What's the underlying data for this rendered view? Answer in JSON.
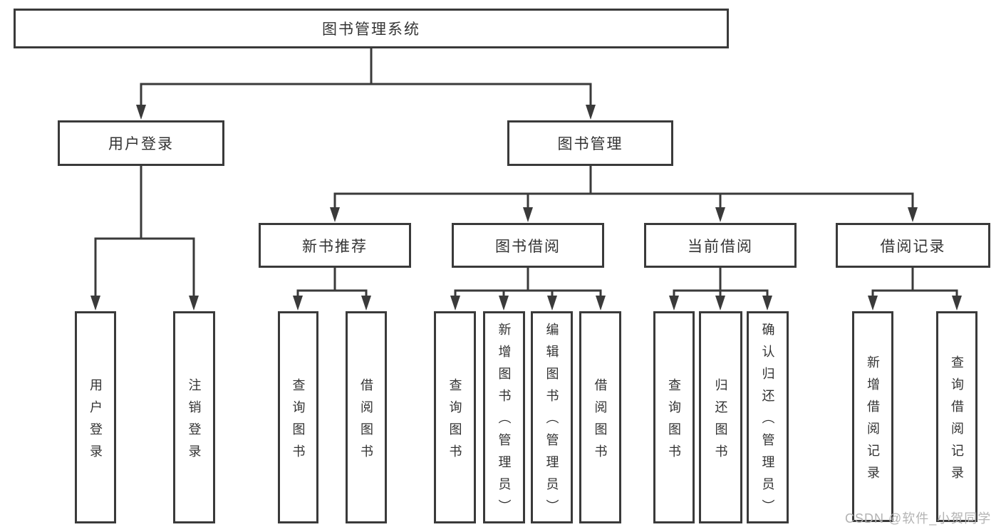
{
  "diagram": {
    "colors": {
      "line": "#3a3a3a",
      "text": "#333333",
      "box_background": "#ffffff",
      "watermark": "#b3b3b3"
    },
    "tree": {
      "root": "图书管理系统",
      "branches": [
        {
          "label": "用户登录",
          "leaves": [
            "用户登录",
            "注销登录"
          ]
        },
        {
          "label": "图书管理",
          "groups": [
            {
              "label": "新书推荐",
              "leaves": [
                "查询图书",
                "借阅图书"
              ]
            },
            {
              "label": "图书借阅",
              "leaves": [
                "查询图书",
                "新增图书（管理员）",
                "编辑图书（管理员）",
                "借阅图书"
              ]
            },
            {
              "label": "当前借阅",
              "leaves": [
                "查询图书",
                "归还图书",
                "确认归还（管理员）"
              ]
            },
            {
              "label": "借阅记录",
              "leaves": [
                "新增借阅记录",
                "查询借阅记录"
              ]
            }
          ]
        }
      ]
    },
    "watermark": "CSDN @软件_小贺同学"
  }
}
